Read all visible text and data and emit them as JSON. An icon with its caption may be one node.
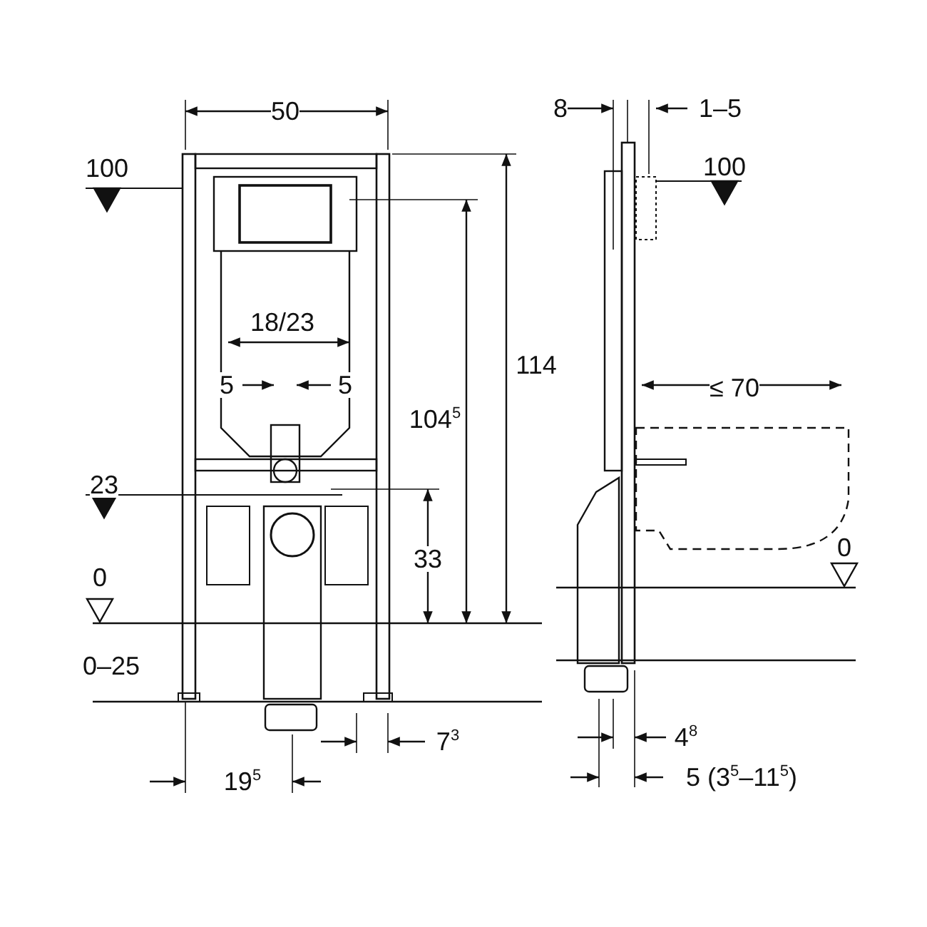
{
  "diagram": {
    "labels": [
      "50",
      "8",
      "1–5",
      "100",
      "100",
      "18/23",
      "5",
      "5",
      "114",
      "104$^{5}$",
      "≤ 70",
      "23",
      "33",
      "0",
      "0",
      "0–25",
      "7$^{3}$",
      "4$^{8}$",
      "19$^{5}$",
      "5 (3$^{5}$–11$^{5}$)"
    ]
  }
}
